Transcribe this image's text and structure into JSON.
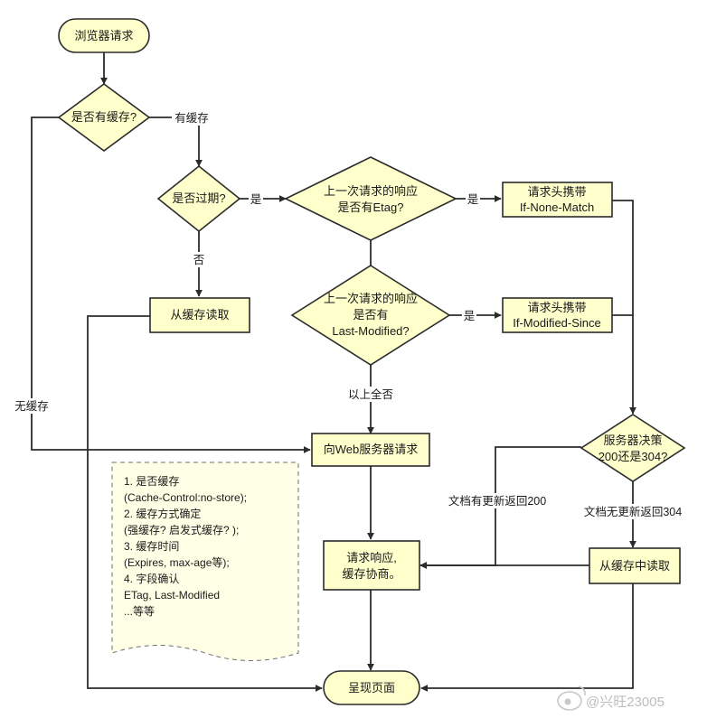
{
  "nodes": {
    "start": "浏览器请求",
    "has_cache": "是否有缓存?",
    "expired": "是否过期?",
    "read_cache": "从缓存读取",
    "etag_q": [
      "上一次请求的响应",
      "是否有Etag?"
    ],
    "lastmod_q": [
      "上一次请求的响应",
      "是否有",
      "Last-Modified?"
    ],
    "if_none_match": [
      "请求头携带",
      "If-None-Match"
    ],
    "if_modified_since": [
      "请求头携带",
      "If-Modified-Since"
    ],
    "server_request": "向Web服务器请求",
    "server_decide": [
      "服务器决策",
      "200还是304?"
    ],
    "response": [
      "请求响应,",
      "缓存协商。"
    ],
    "read_cache_304": "从缓存中读取",
    "render": "呈现页面"
  },
  "edge_labels": {
    "has_cache_yes": "有缓存",
    "no_cache": "无缓存",
    "expired_yes": "是",
    "expired_no": "否",
    "etag_yes": "是",
    "lastmod_yes": "是",
    "all_no": "以上全否",
    "code_200": "文档有更新返回200",
    "code_304": "文档无更新返回304"
  },
  "note": [
    "1. 是否缓存",
    "(Cache-Control:no-store);",
    "2. 缓存方式确定",
    "(强缓存? 启发式缓存? );",
    "3. 缓存时间",
    "(Expires, max-age等);",
    " 4. 字段确认",
    "ETag, Last-Modified",
    "...等等"
  ],
  "watermark": "@兴旺23005"
}
